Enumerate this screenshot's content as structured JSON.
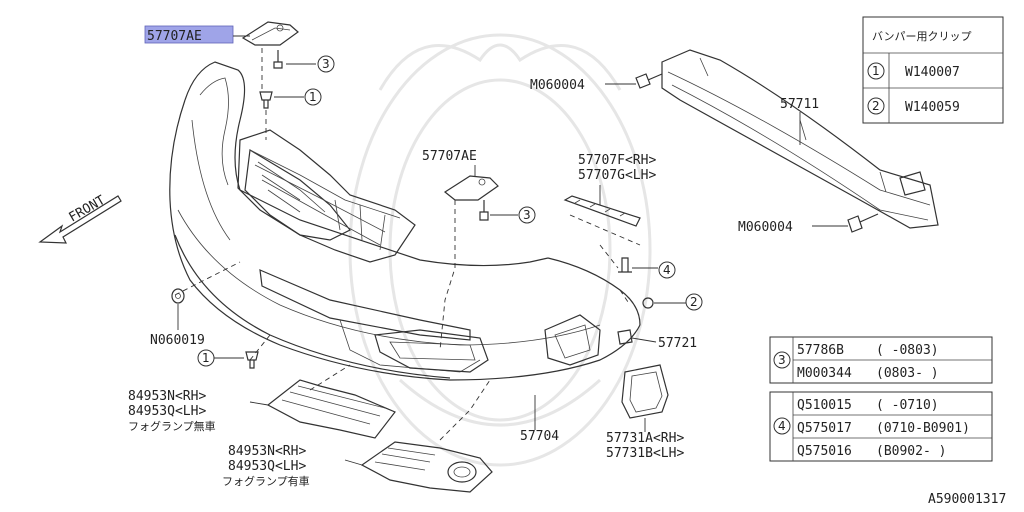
{
  "callouts": {
    "bracket_top": "57707AE",
    "bracket_mid": "57707AE",
    "bolt_left": "M060004",
    "bolt_right": "M060004",
    "reinforcement": "57711",
    "side_bracket_rh": "57707F<RH>",
    "side_bracket_lh": "57707G<LH>",
    "nut": "N060019",
    "clip_part": "57721",
    "bumper_face": "57704",
    "cover_rh": "57731A<RH>",
    "cover_lh": "57731B<LH>",
    "grille_a_rh": "84953N<RH>",
    "grille_a_lh": "84953Q<LH>",
    "grille_a_note": "フォグランプ無車",
    "grille_b_rh": "84953N<RH>",
    "grille_b_lh": "84953Q<LH>",
    "grille_b_note": "フォグランプ有車",
    "front": "FRONT"
  },
  "markers": [
    "1",
    "2",
    "3",
    "4"
  ],
  "clip_table": {
    "header": "バンパー用クリップ",
    "rows": [
      {
        "ref": "1",
        "part": "W140007"
      },
      {
        "ref": "2",
        "part": "W140059"
      }
    ]
  },
  "ref3_table": {
    "ref": "3",
    "rows": [
      {
        "part": "57786B",
        "range": "(       -0803)"
      },
      {
        "part": "M000344",
        "range": "(0803-       )"
      }
    ]
  },
  "ref4_table": {
    "ref": "4",
    "rows": [
      {
        "part": "Q510015",
        "range": "(       -0710)"
      },
      {
        "part": "Q575017",
        "range": "(0710-B0901)"
      },
      {
        "part": "Q575016",
        "range": "(B0902-     )"
      }
    ]
  },
  "diagram_id": "A590001317",
  "colors": {
    "highlight": "#9fa4e8",
    "line": "#333333",
    "watermark": "#e6e6e6"
  }
}
